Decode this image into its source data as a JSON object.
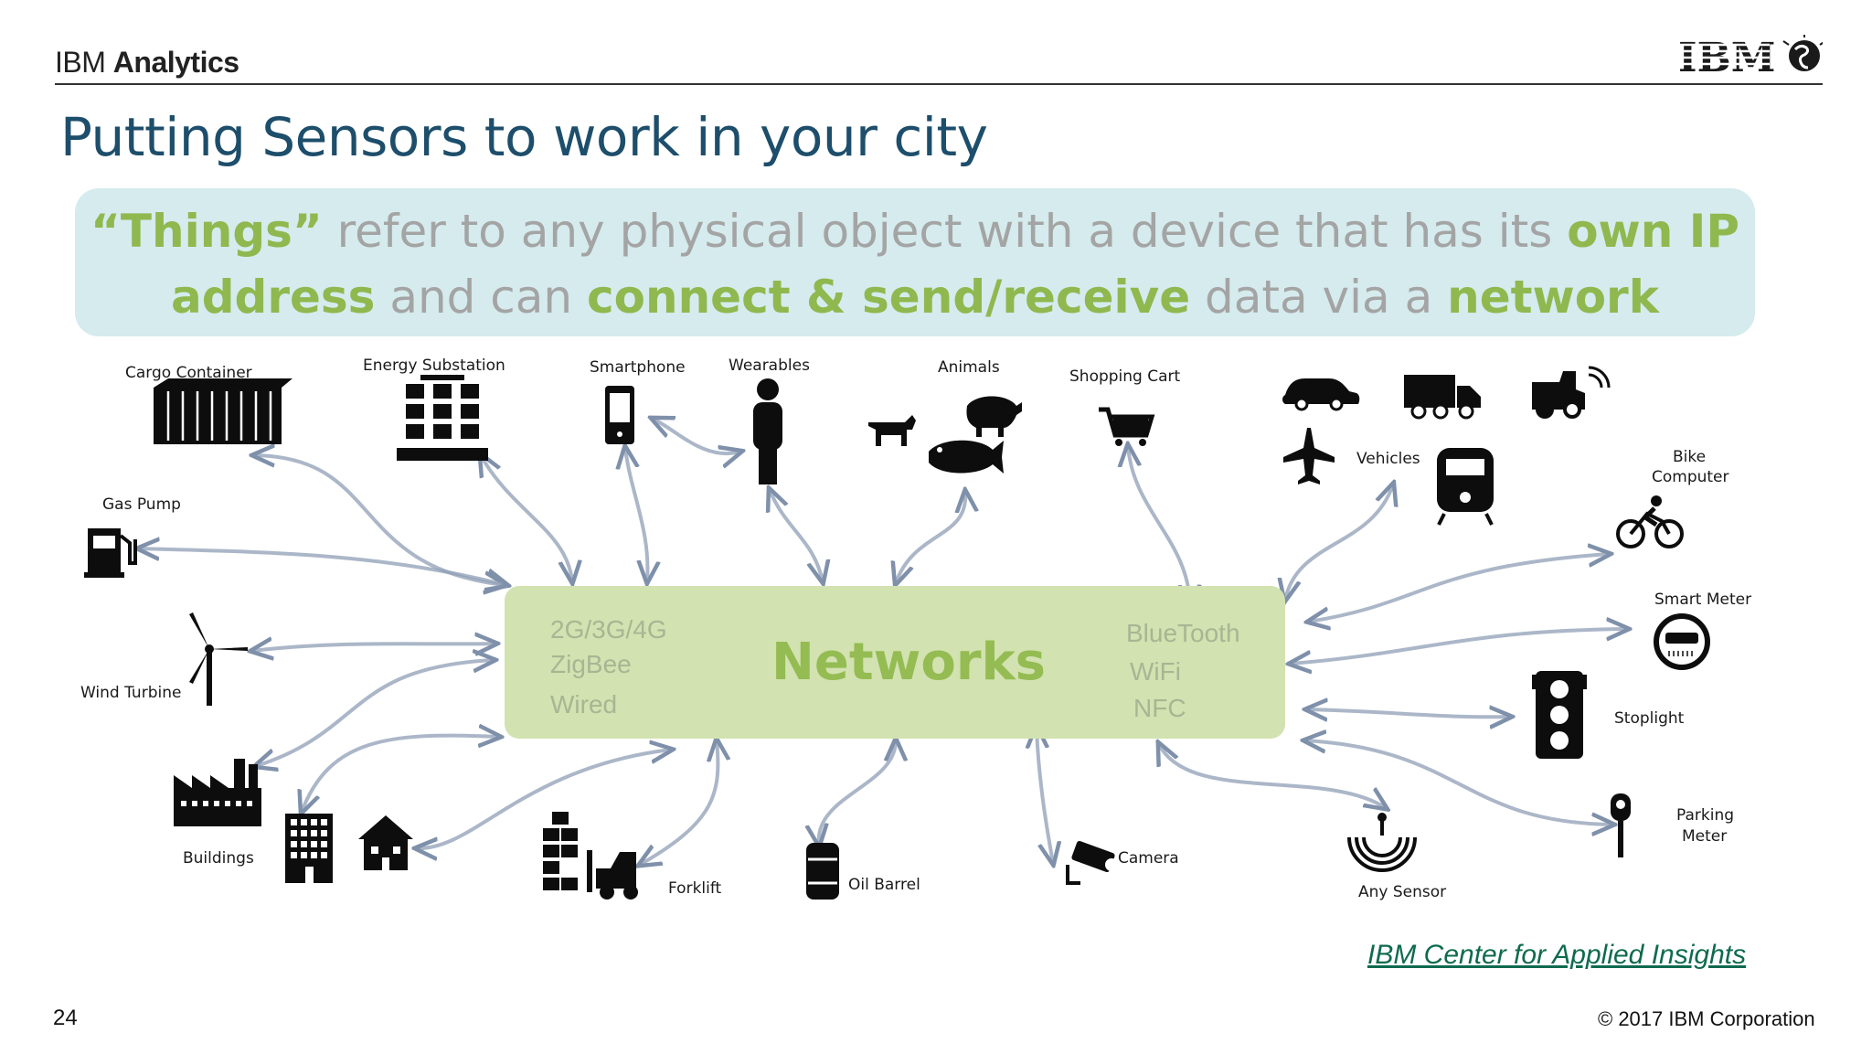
{
  "header": {
    "brand_light": "IBM ",
    "brand_bold": "Analytics",
    "logo_text": "IBM"
  },
  "title": "Putting Sensors to work in your city",
  "definition": {
    "line1": [
      {
        "t": "“Things”",
        "hl": true
      },
      {
        "t": " refer to any physical object with a device that has its ",
        "hl": false
      },
      {
        "t": "own IP",
        "hl": true
      }
    ],
    "line2": [
      {
        "t": "address",
        "hl": true
      },
      {
        "t": " and can ",
        "hl": false
      },
      {
        "t": "connect & send/receive",
        "hl": true
      },
      {
        "t": " data via a ",
        "hl": false
      },
      {
        "t": "network",
        "hl": true
      }
    ]
  },
  "networks": {
    "title": "Networks",
    "left_tech": [
      "2G/3G/4G",
      "ZigBee",
      "Wired"
    ],
    "right_tech": [
      "BlueTooth",
      "WiFi",
      "NFC"
    ]
  },
  "things": {
    "cargo_container": "Cargo Container",
    "energy_substation": "Energy Substation",
    "smartphone": "Smartphone",
    "wearables": "Wearables",
    "animals": "Animals",
    "shopping_cart": "Shopping Cart",
    "vehicles": "Vehicles",
    "bike_computer_1": "Bike",
    "bike_computer_2": "Computer",
    "gas_pump": "Gas Pump",
    "wind_turbine": "Wind Turbine",
    "smart_meter": "Smart Meter",
    "stoplight": "Stoplight",
    "buildings": "Buildings",
    "forklift": "Forklift",
    "oil_barrel": "Oil Barrel",
    "camera": "Camera",
    "any_sensor": "Any Sensor",
    "parking_meter_1": "Parking",
    "parking_meter_2": "Meter"
  },
  "footer": {
    "source": "IBM Center for Applied Insights",
    "page_number": "24",
    "copyright": "© 2017 IBM Corporation"
  },
  "colors": {
    "title": "#1d4e6b",
    "highlight_green": "#8fb84f",
    "network_box": "#d2e2b0",
    "definition_box": "#d5ebee",
    "connector": "#8f9fb5"
  }
}
